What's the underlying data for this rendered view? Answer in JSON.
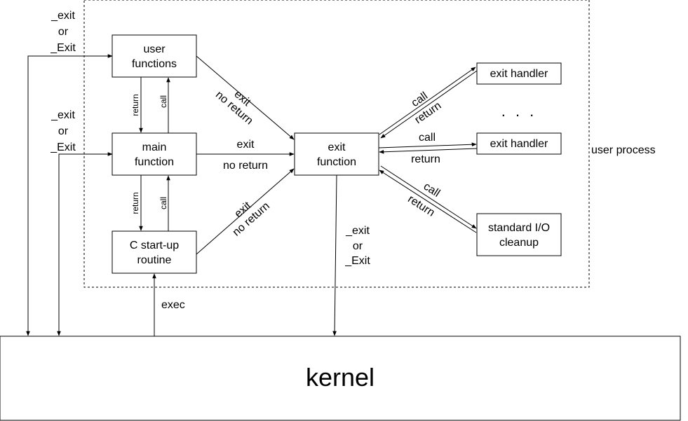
{
  "nodes": {
    "user_functions": [
      "user",
      "functions"
    ],
    "main_function": [
      "main",
      "function"
    ],
    "c_startup": [
      "C start-up",
      "routine"
    ],
    "exit_function": [
      "exit",
      "function"
    ],
    "exit_handler_1": "exit handler",
    "exit_handler_2": "exit handler",
    "stdio_cleanup": [
      "standard I/O",
      "cleanup"
    ],
    "kernel": "kernel"
  },
  "labels": {
    "user_process": "user process",
    "ellipsis": ". . .",
    "exec": "exec",
    "exit_or_exit_top": [
      "_exit",
      "or",
      "_Exit"
    ],
    "exit_or_exit_mid": [
      "_exit",
      "or",
      "_Exit"
    ],
    "exit_or_exit_center": [
      "_exit",
      "or",
      "_Exit"
    ],
    "uf_to_main_return": "return",
    "main_to_uf_call": "call",
    "main_to_cs_return": "return",
    "cs_to_main_call": "call",
    "uf_to_exit": [
      "exit",
      "no return"
    ],
    "main_to_exit": [
      "exit",
      "no return"
    ],
    "cs_to_exit": [
      "exit",
      "no return"
    ],
    "handler1_call": "call",
    "handler1_return": "return",
    "handler2_call": "call",
    "handler2_return": "return",
    "stdio_call": "call",
    "stdio_return": "return"
  },
  "colors": {
    "line": "#000000",
    "background": "#ffffff"
  }
}
